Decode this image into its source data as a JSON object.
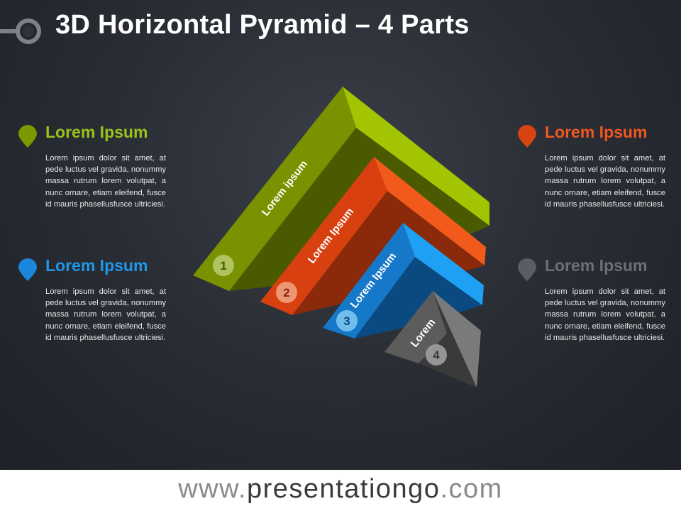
{
  "title": "3D Horizontal Pyramid – 4 Parts",
  "colors": {
    "green": "#8CB400",
    "orange": "#E24A12",
    "blue": "#1E8FE0",
    "gray": "#6E6E6E",
    "green_heading": "#9BC31C",
    "orange_heading": "#F0581F",
    "blue_heading": "#2196E8",
    "gray_heading": "#6B6F76"
  },
  "items": [
    {
      "heading": "Lorem Ipsum",
      "body": "Lorem ipsum dolor sit amet, at pede luctus vel gravida, nonummy massa rutrum lorem volutpat, a nunc ornare, etiam eleifend, fusce id mauris phasellusfusce ultriciesi."
    },
    {
      "heading": "Lorem Ipsum",
      "body": "Lorem ipsum dolor sit amet, at pede luctus vel gravida, nonummy massa rutrum lorem volutpat, a nunc ornare, etiam eleifend, fusce id mauris phasellusfusce ultriciesi."
    },
    {
      "heading": "Lorem Ipsum",
      "body": "Lorem ipsum dolor sit amet, at pede luctus vel gravida, nonummy massa rutrum lorem volutpat, a nunc ornare, etiam eleifend, fusce id mauris phasellusfusce ultriciesi."
    },
    {
      "heading": "Lorem Ipsum",
      "body": "Lorem ipsum dolor sit amet, at pede luctus vel gravida, nonummy massa rutrum lorem volutpat, a nunc ornare, etiam eleifend, fusce id mauris phasellusfusce ultriciesi."
    }
  ],
  "segments": [
    {
      "label": "Lorem ipsum",
      "number": "1"
    },
    {
      "label": "Lorem Ipsum",
      "number": "2"
    },
    {
      "label": "Lorem Ipsum",
      "number": "3"
    },
    {
      "label": "Lorem",
      "number": "4"
    }
  ],
  "footer": {
    "prefix": "www.",
    "domain": "presentationgo",
    "suffix": ".com"
  }
}
